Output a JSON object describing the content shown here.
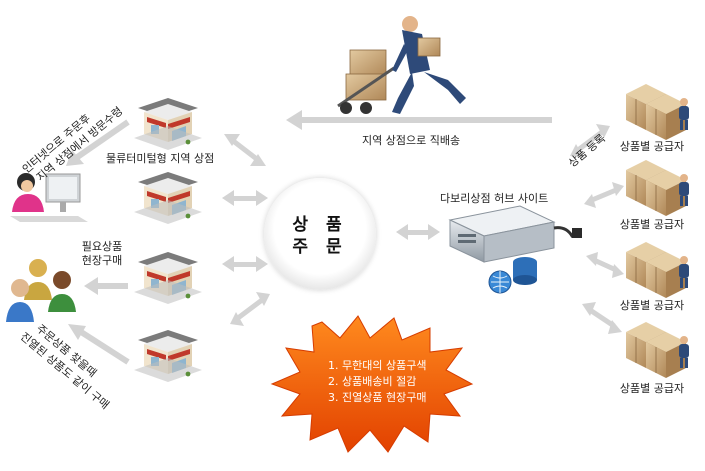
{
  "labels": {
    "logistics_store": "물류터미털형 지역 상점",
    "direct_delivery": "지역 상점으로 직배송",
    "hub_site": "다보리상점 허브 사이트",
    "product_register": "상품 등록",
    "online_order_a": "인터넷으로 주문후",
    "online_order_b": "지역 상점에서 방문수령",
    "buy_onsite_a": "필요상품",
    "buy_onsite_b": "현장구매",
    "visit_a": "주문상품 찾을때",
    "visit_b": "진열된 상품도 같이 구매"
  },
  "center": {
    "line1": "상 품",
    "line2": "주 문"
  },
  "suppliers": [
    "상품별 공급자",
    "상품별 공급자",
    "상품별 공급자",
    "상품별 공급자"
  ],
  "benefits": [
    "1. 무한대의 상품구색",
    "2. 상품배송비 절감",
    "3. 진열상품 현장구매"
  ],
  "colors": {
    "burst": "#f25c00",
    "arrow": "#d3d3d3",
    "roof": "#6e6e6e",
    "awning": "#c0392b",
    "box": "#c8a878",
    "server": "#9aa4ae"
  }
}
